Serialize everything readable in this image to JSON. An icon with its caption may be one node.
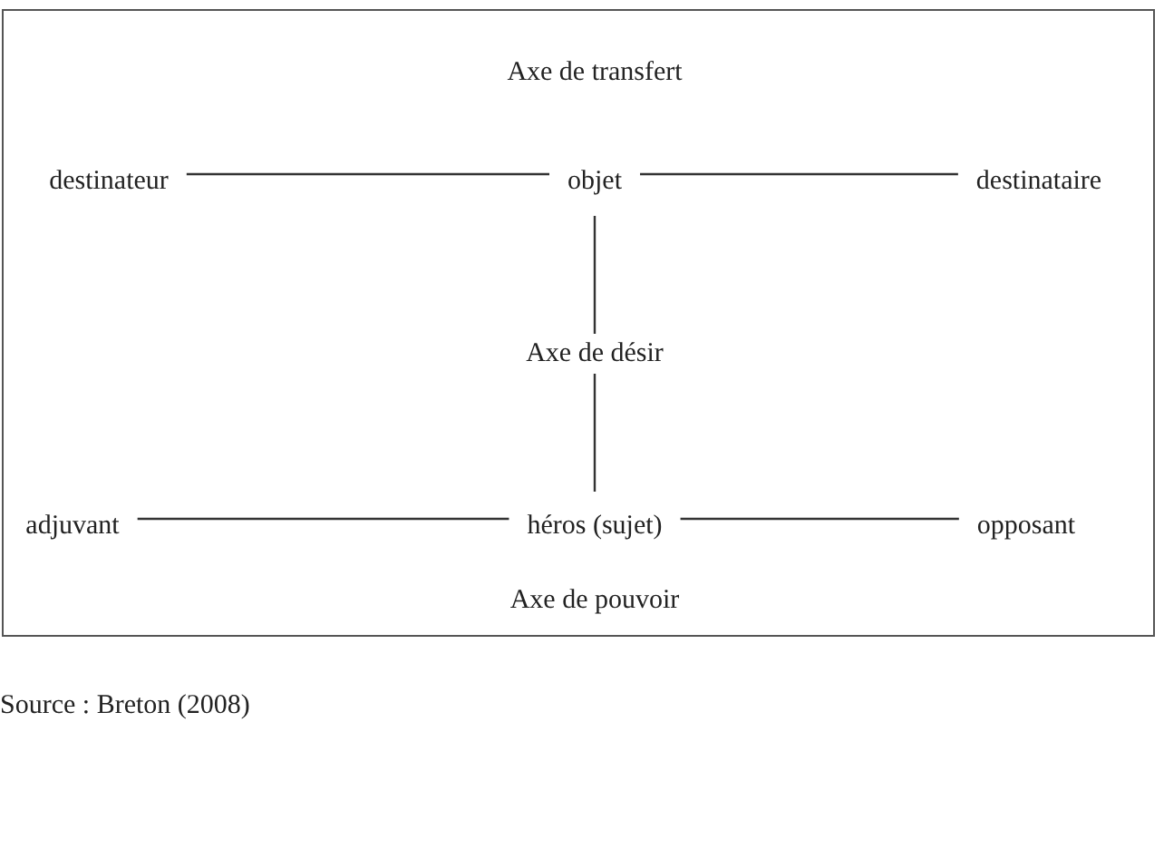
{
  "diagram": {
    "caption": "Source : Breton (2008)",
    "nodes": [
      {
        "text": [
          "destinateur"
        ]
      },
      {
        "text": [
          "objet"
        ]
      },
      {
        "text": [
          "destinataire"
        ]
      },
      {
        "text": [
          "adjuvant"
        ]
      },
      {
        "text": [
          "héros (sujet)"
        ]
      },
      {
        "text": [
          "opposant"
        ]
      }
    ],
    "edges": [
      {
        "from": 0,
        "to": 1,
        "arrow": "none"
      },
      {
        "from": 1,
        "to": 2,
        "arrow": "none"
      },
      {
        "from": 1,
        "to": 4,
        "arrow": "none",
        "label": "Axe de désir"
      },
      {
        "from": 3,
        "to": 4,
        "arrow": "none"
      },
      {
        "from": 4,
        "to": 5,
        "arrow": "none"
      }
    ],
    "labels": [
      "Axe de transfert",
      "Axe de pouvoir"
    ]
  }
}
